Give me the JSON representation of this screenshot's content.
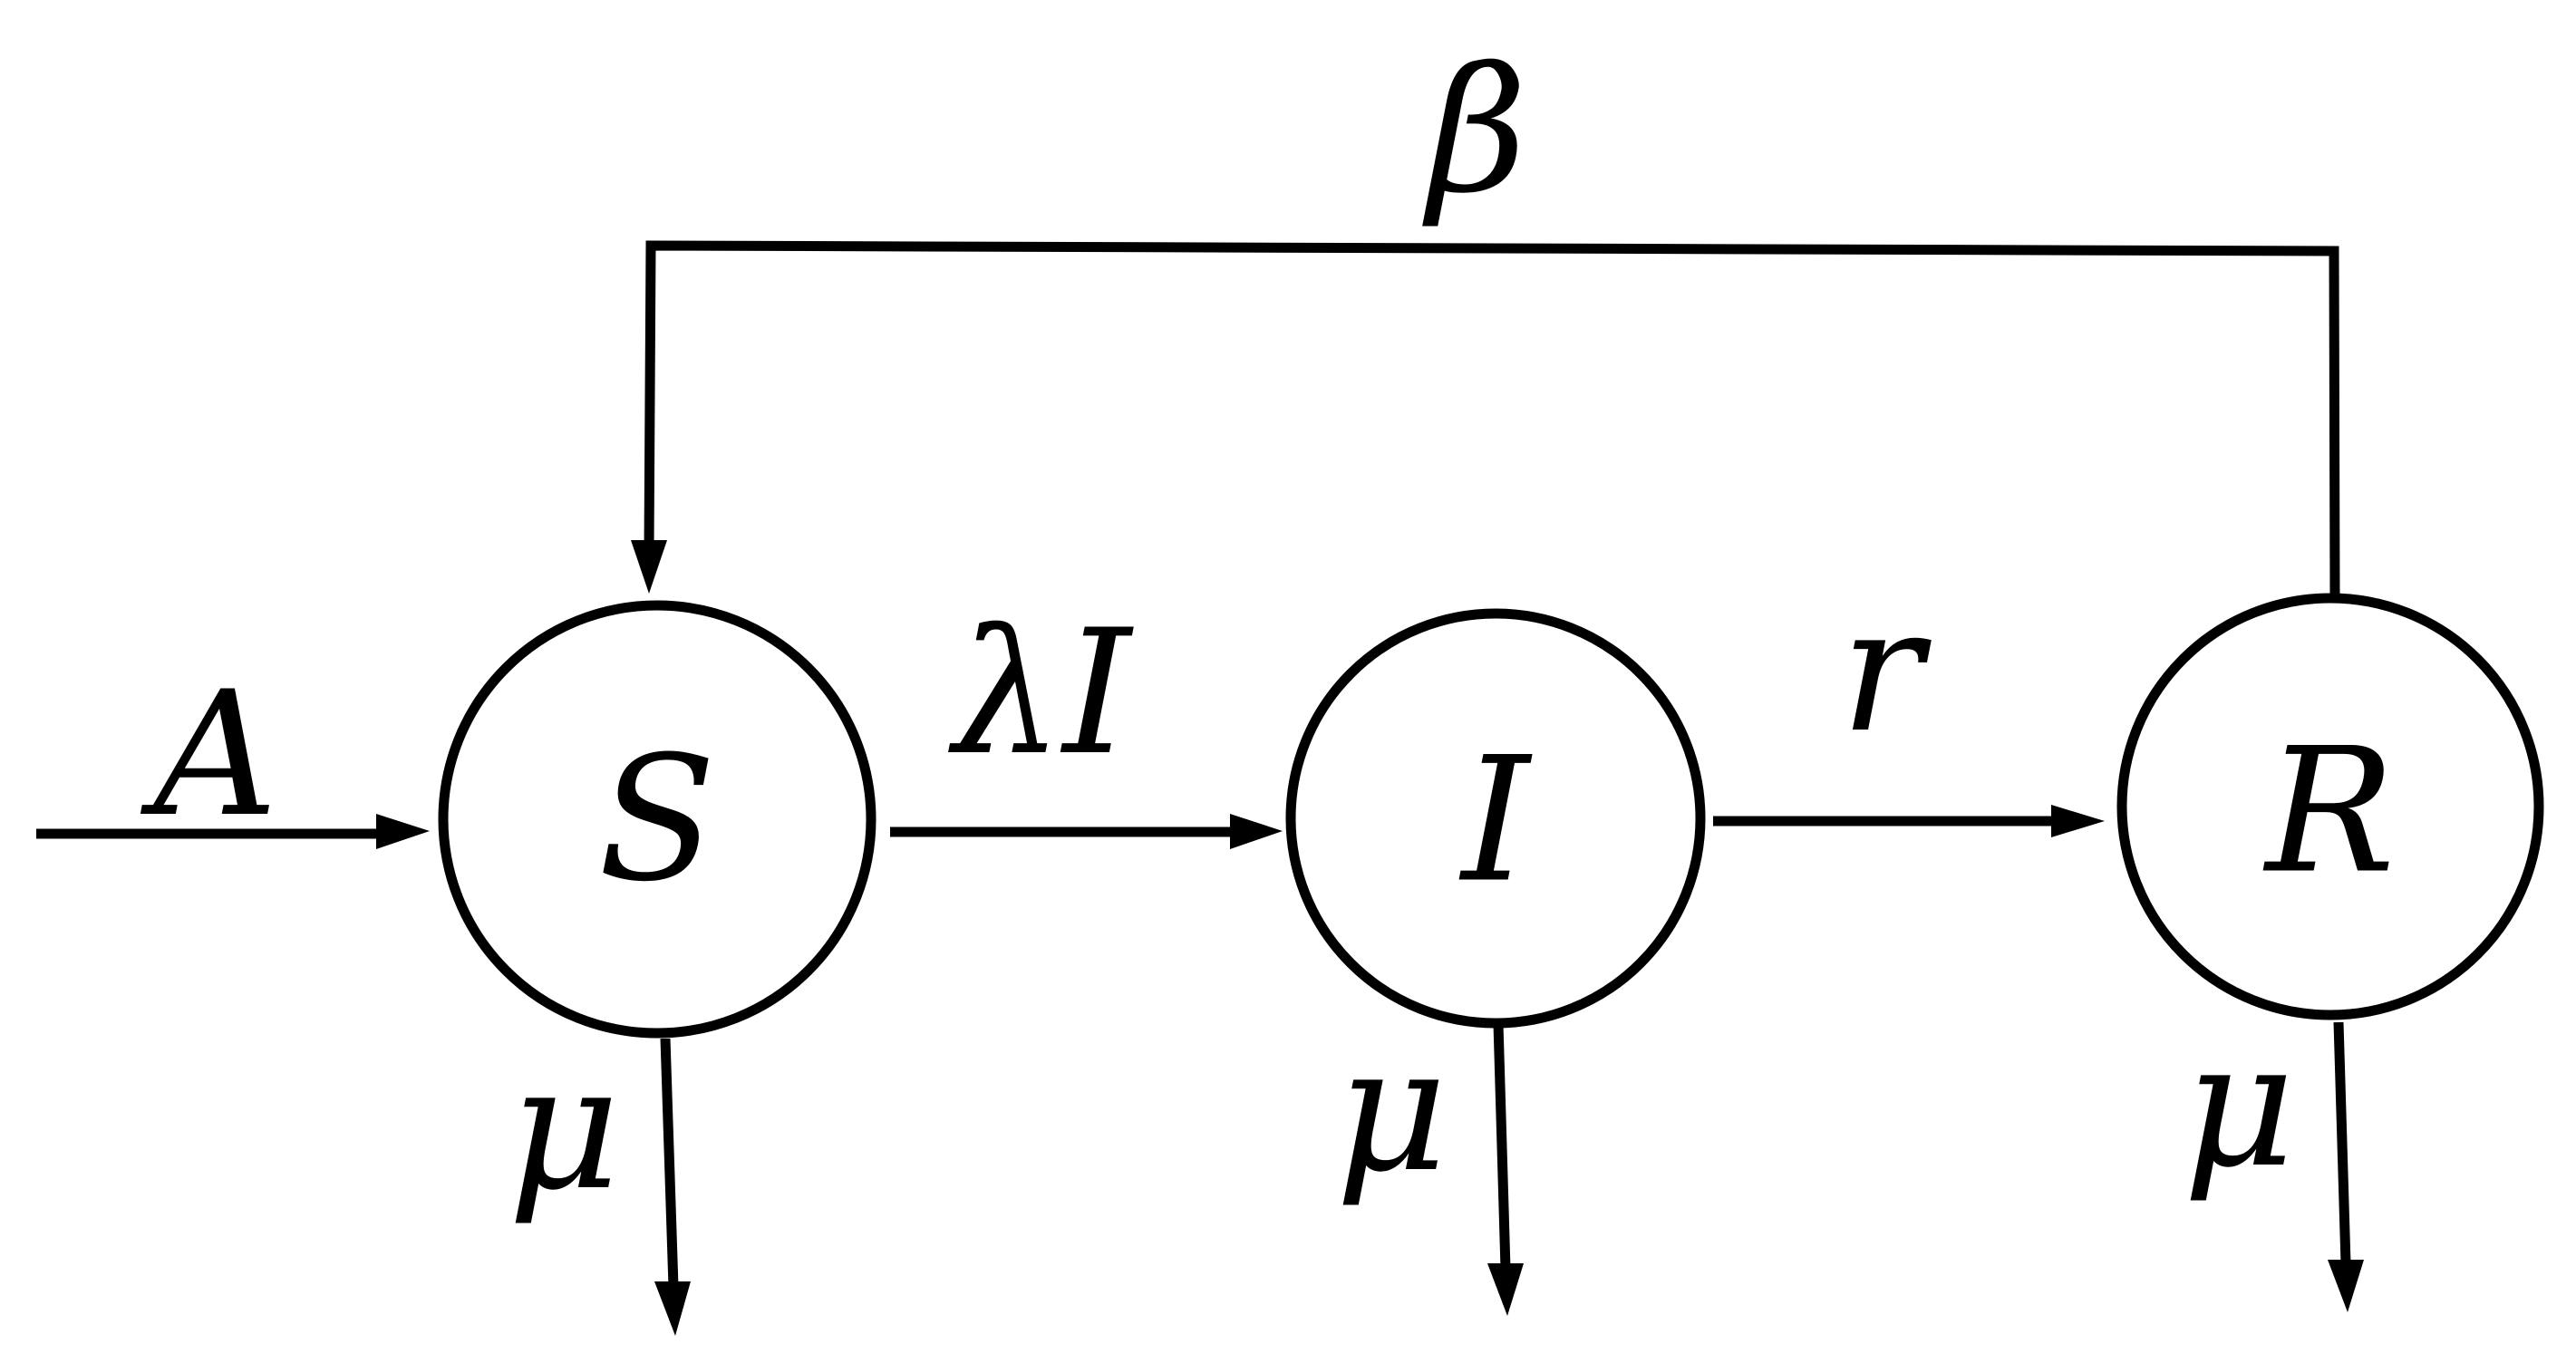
{
  "nodes": {
    "s": {
      "label": "S"
    },
    "i": {
      "label": "I"
    },
    "r": {
      "label": "R"
    }
  },
  "edges": {
    "inflow": {
      "label": "A"
    },
    "s_to_i": {
      "label": "λI"
    },
    "i_to_r": {
      "label": "r"
    },
    "r_to_s": {
      "label": "β"
    },
    "s_death": {
      "label": "μ"
    },
    "i_death": {
      "label": "μ"
    },
    "r_death": {
      "label": "μ"
    }
  }
}
